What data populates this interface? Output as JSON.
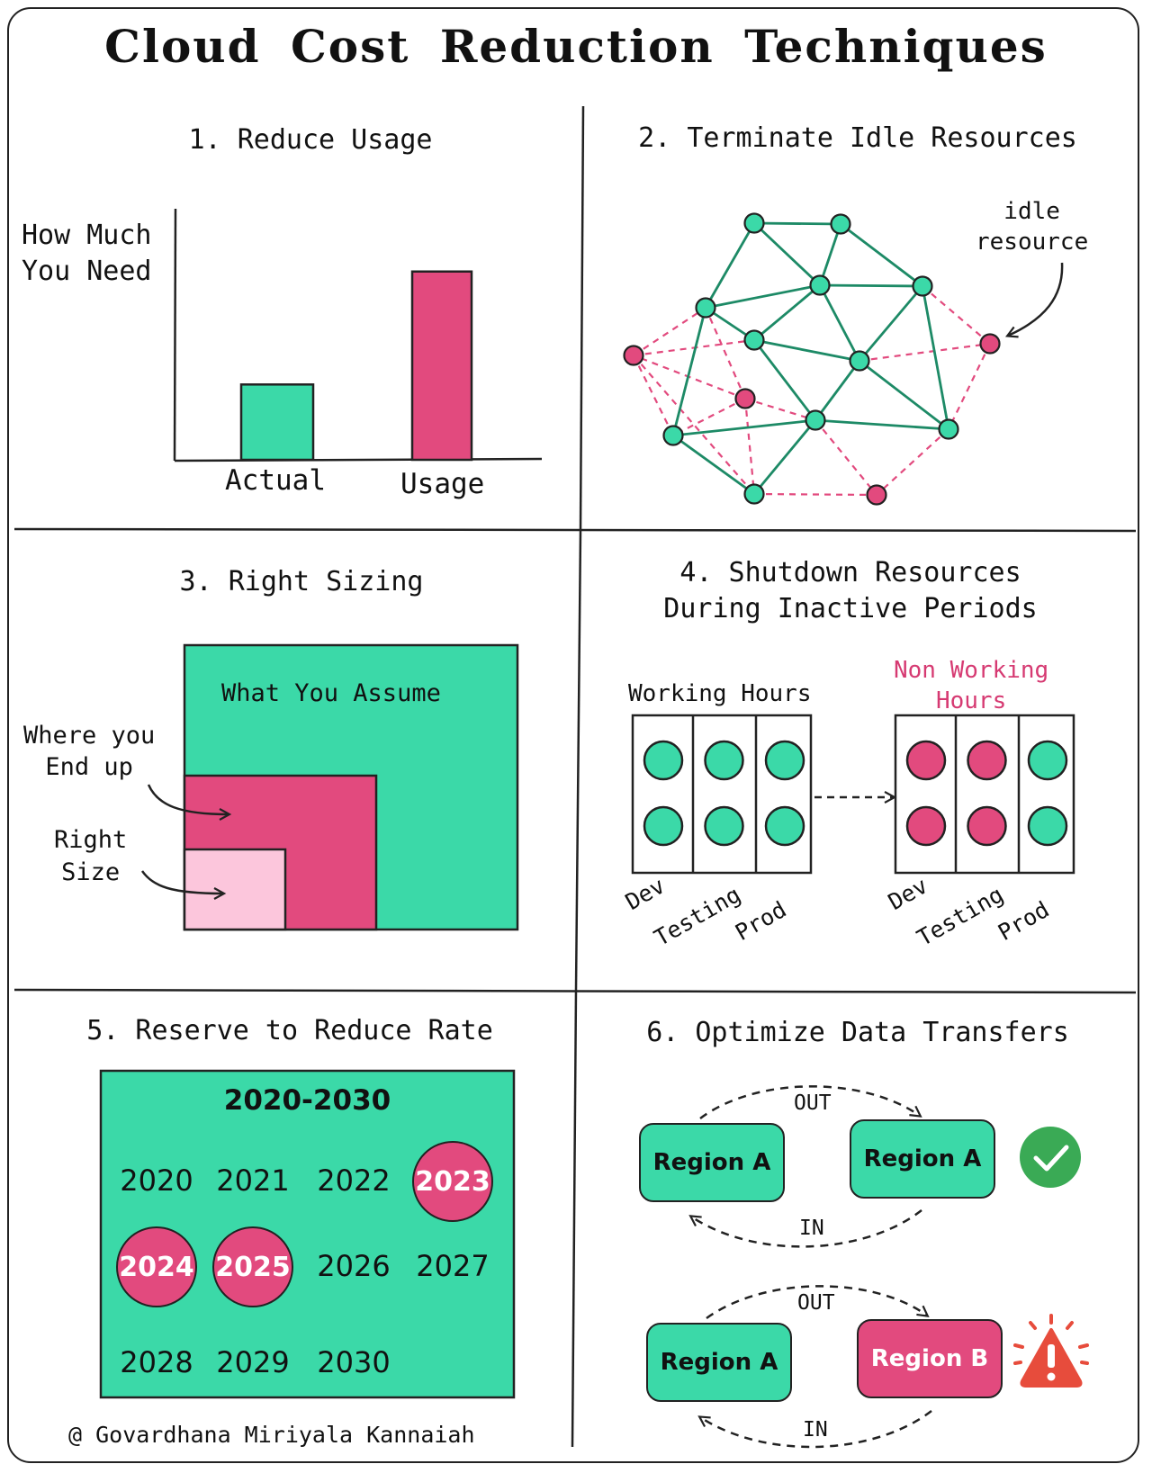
{
  "title": "Cloud Cost Reduction Techniques",
  "sections": {
    "s1": {
      "title": "1. Reduce Usage",
      "ylabel": "How Much\nYou Need",
      "bars": [
        {
          "label": "Actual",
          "value": 0.3
        },
        {
          "label": "Usage",
          "value": 0.75
        }
      ]
    },
    "s2": {
      "title": "2. Terminate Idle Resources",
      "annotation": "idle\nresource"
    },
    "s3": {
      "title": "3. Right Sizing",
      "assume_label": "What You Assume",
      "endup_label": "Where you\nEnd up",
      "right_label": "Right\nSize"
    },
    "s4": {
      "title": "4. Shutdown Resources\nDuring Inactive Periods",
      "working_label": "Working Hours",
      "nonworking_label": "Non Working\nHours",
      "env_labels": [
        "Dev",
        "Testing",
        "Prod"
      ]
    },
    "s5": {
      "title": "5. Reserve to Reduce Rate",
      "range": "2020-2030",
      "years": [
        "2020",
        "2021",
        "2022",
        "2023",
        "2024",
        "2025",
        "2026",
        "2027",
        "2028",
        "2029",
        "2030"
      ],
      "highlighted": [
        "2023",
        "2024",
        "2025"
      ]
    },
    "s6": {
      "title": "6. Optimize Data Transfers",
      "pair1": {
        "left": "Region A",
        "right": "Region A",
        "out": "OUT",
        "in": "IN"
      },
      "pair2": {
        "left": "Region A",
        "right": "Region B",
        "out": "OUT",
        "in": "IN"
      }
    }
  },
  "credit": "@ Govardhana Miriyala Kannaiah",
  "colors": {
    "green": "#3bd9a8",
    "pink": "#e24a7e",
    "lightpink": "#fcc6dc",
    "check": "#3aaa55",
    "warning": "#e74c3c"
  }
}
